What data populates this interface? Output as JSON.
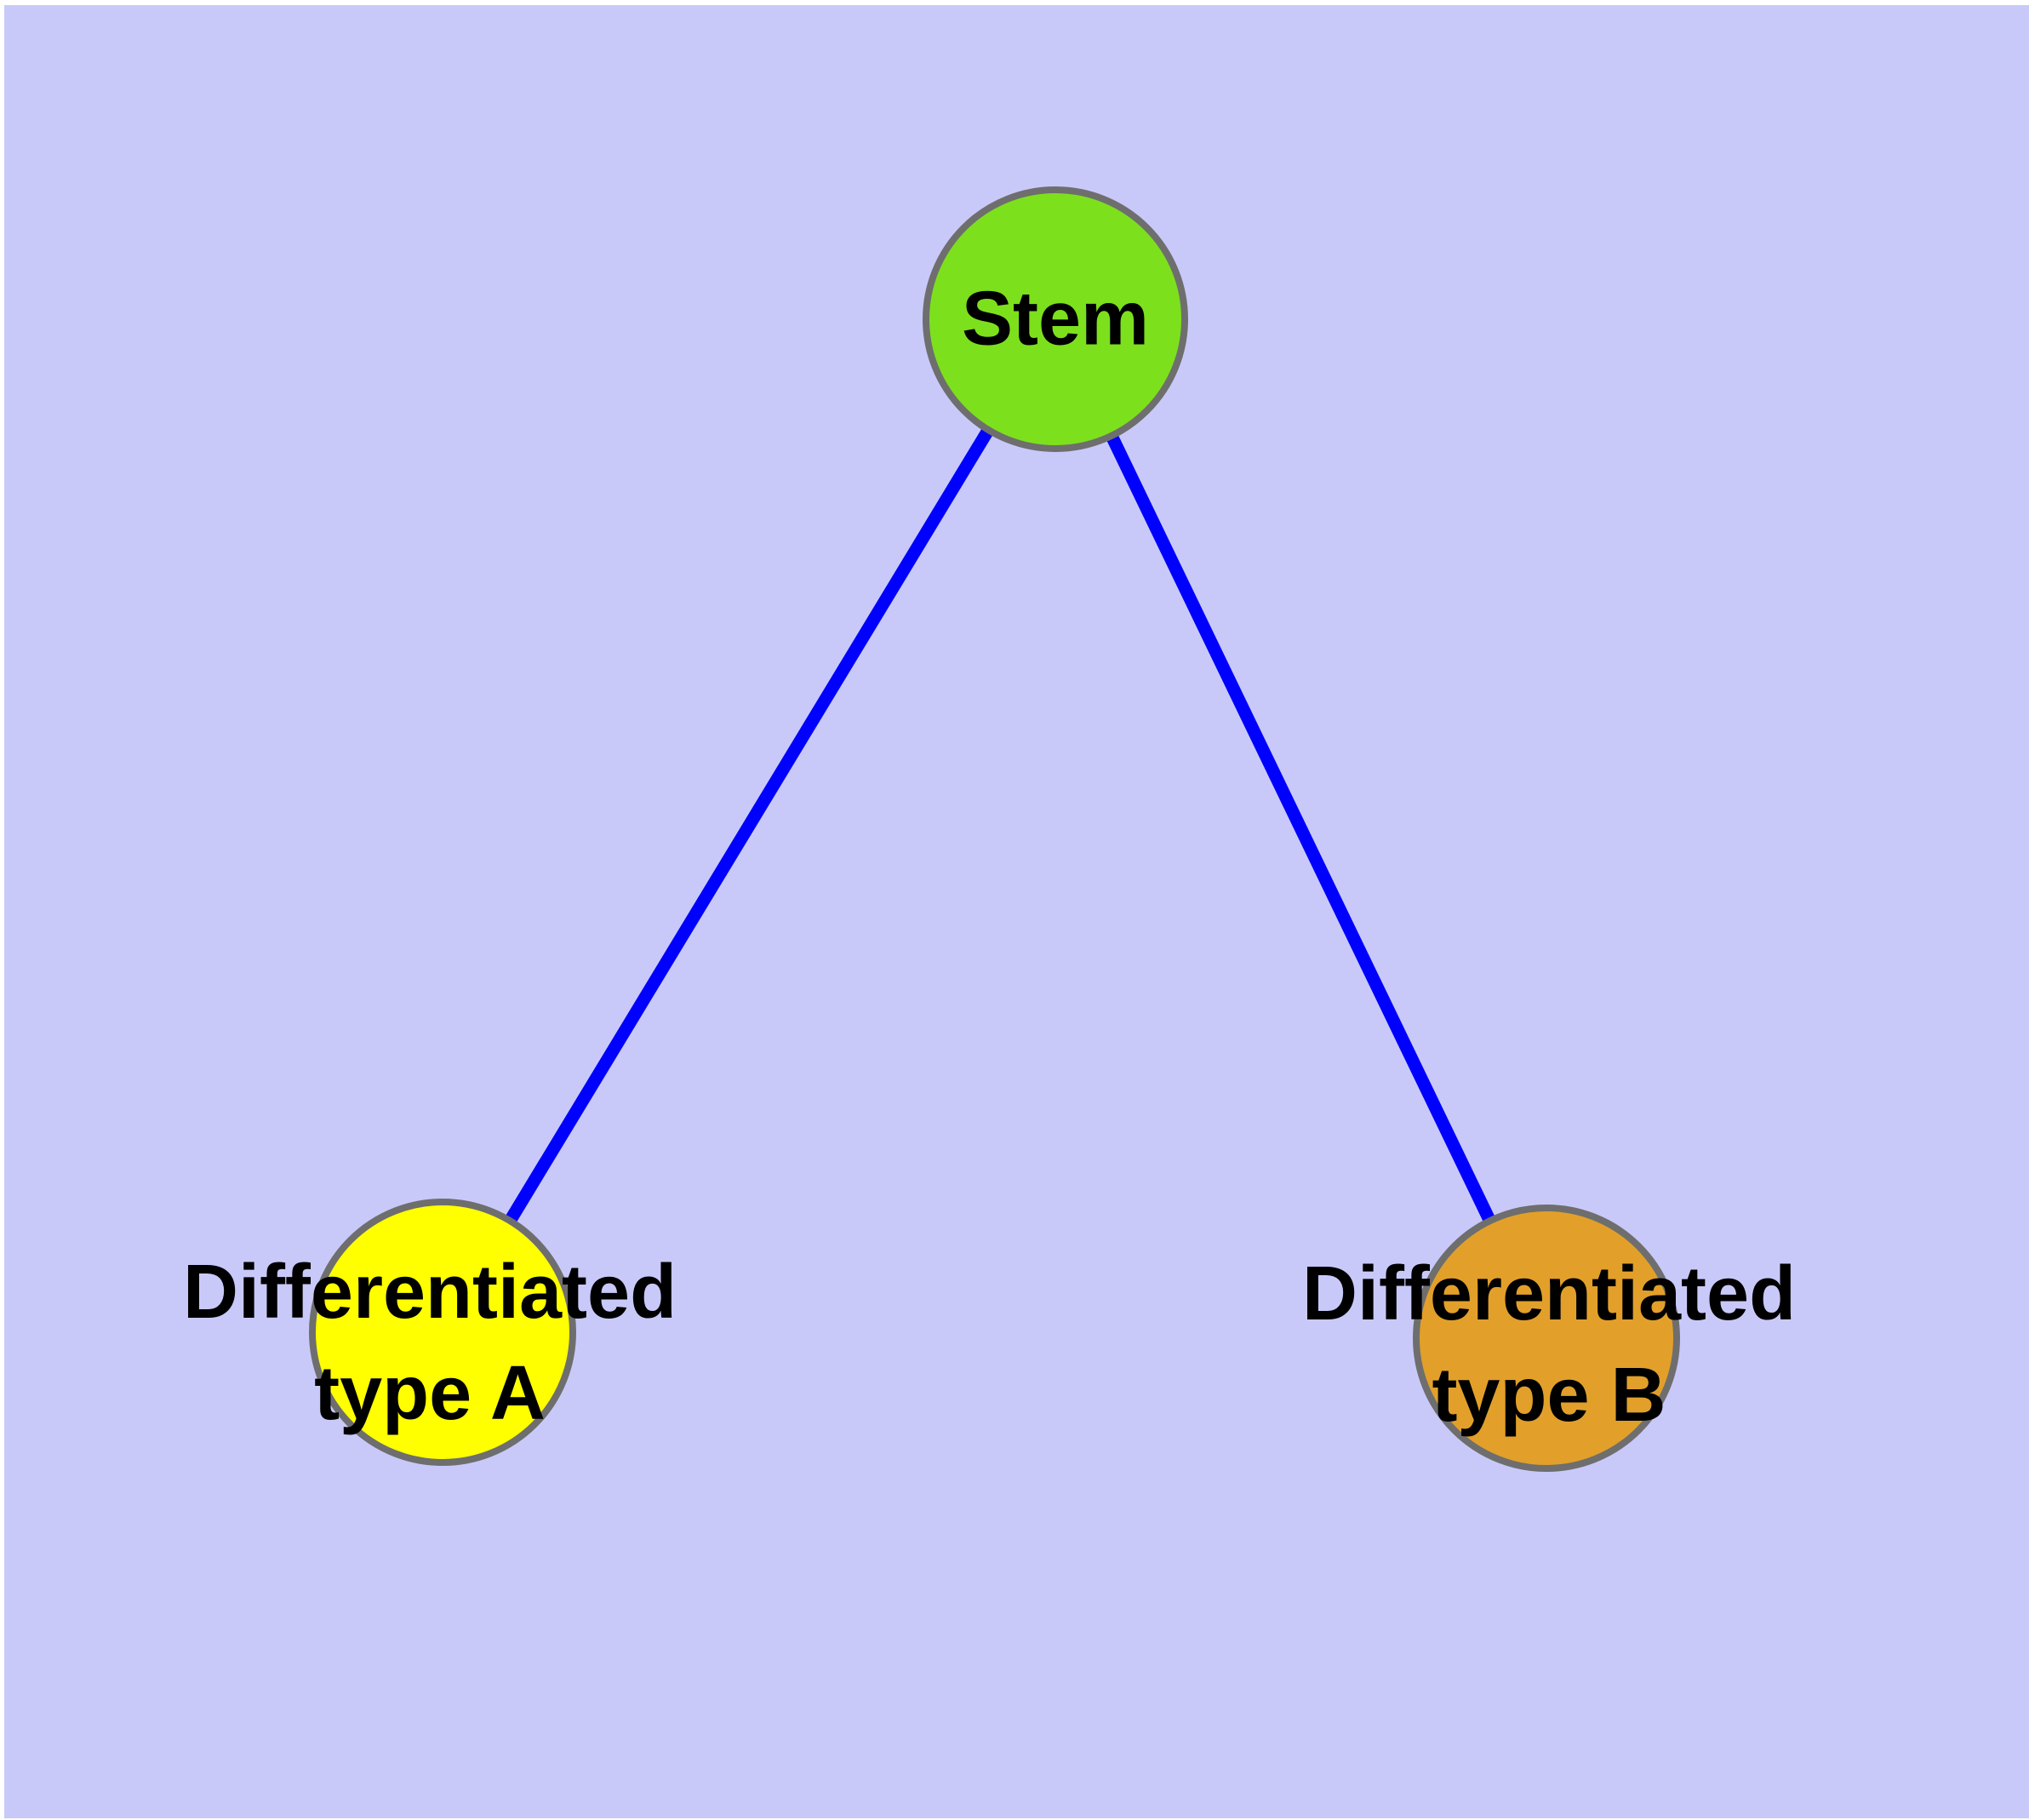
{
  "figure": {
    "type": "graph-diagram",
    "description": "Stem cell differentiation diagram: one Stem node linked to two differentiated cell type nodes"
  },
  "colors": {
    "page": "#ffffff",
    "background": "#c9c9f9",
    "edge": "#0000ff",
    "node_border": "#6e6e6e",
    "label": "#000000"
  },
  "graph": {
    "nodes": [
      {
        "id": "stem",
        "label": "Stem",
        "color": "#7de01c"
      },
      {
        "id": "type-a",
        "label": "Differentiated\ntype A",
        "color": "#ffff00"
      },
      {
        "id": "type-b",
        "label": "Differentiated\ntype B",
        "color": "#e2a02a"
      }
    ],
    "edges": [
      {
        "source": "stem",
        "target": "type-a"
      },
      {
        "source": "stem",
        "target": "type-b"
      }
    ]
  }
}
